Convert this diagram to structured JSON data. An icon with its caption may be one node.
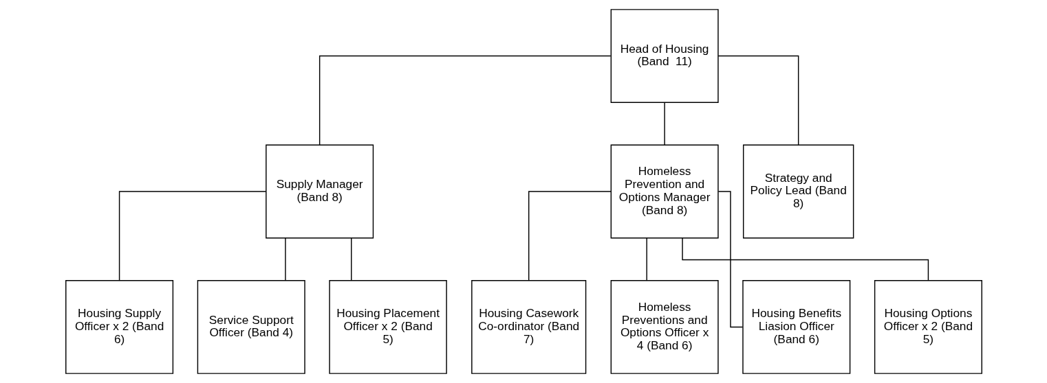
{
  "diagram": {
    "nodes": [
      {
        "text": [
          "Head of Housing (Band  11)"
        ]
      },
      {
        "text": [
          "Supply Manager (Band 8)"
        ]
      },
      {
        "text": [
          "Homeless Prevention and Options Manager (Band 8)"
        ]
      },
      {
        "text": [
          "Strategy and Policy Lead (Band 8)"
        ]
      },
      {
        "text": [
          "Housing Supply Officer x 2 (Band 6)"
        ]
      },
      {
        "text": [
          "Service Support Officer (Band 4)"
        ]
      },
      {
        "text": [
          "Housing Placement Officer x 2 (Band 5)"
        ]
      },
      {
        "text": [
          "Housing Casework Co-ordinator (Band 7)"
        ]
      },
      {
        "text": [
          "Homeless Preventions and Options Officer x 4 (Band 6)"
        ]
      },
      {
        "text": [
          "Housing Benefits Liasion Officer (Band 6)"
        ]
      },
      {
        "text": [
          "Housing Options Officer x 2 (Band 5)"
        ]
      }
    ],
    "edges": [
      {
        "from": 0,
        "to": 1,
        "arrow": "none"
      },
      {
        "from": 0,
        "to": 2,
        "arrow": "none"
      },
      {
        "from": 0,
        "to": 3,
        "arrow": "none"
      },
      {
        "from": 1,
        "to": 4,
        "arrow": "none"
      },
      {
        "from": 1,
        "to": 5,
        "arrow": "none"
      },
      {
        "from": 1,
        "to": 6,
        "arrow": "none"
      },
      {
        "from": 2,
        "to": 7,
        "arrow": "none"
      },
      {
        "from": 2,
        "to": 8,
        "arrow": "none"
      },
      {
        "from": 2,
        "to": 9,
        "arrow": "none"
      },
      {
        "from": 2,
        "to": 10,
        "arrow": "none"
      }
    ]
  }
}
